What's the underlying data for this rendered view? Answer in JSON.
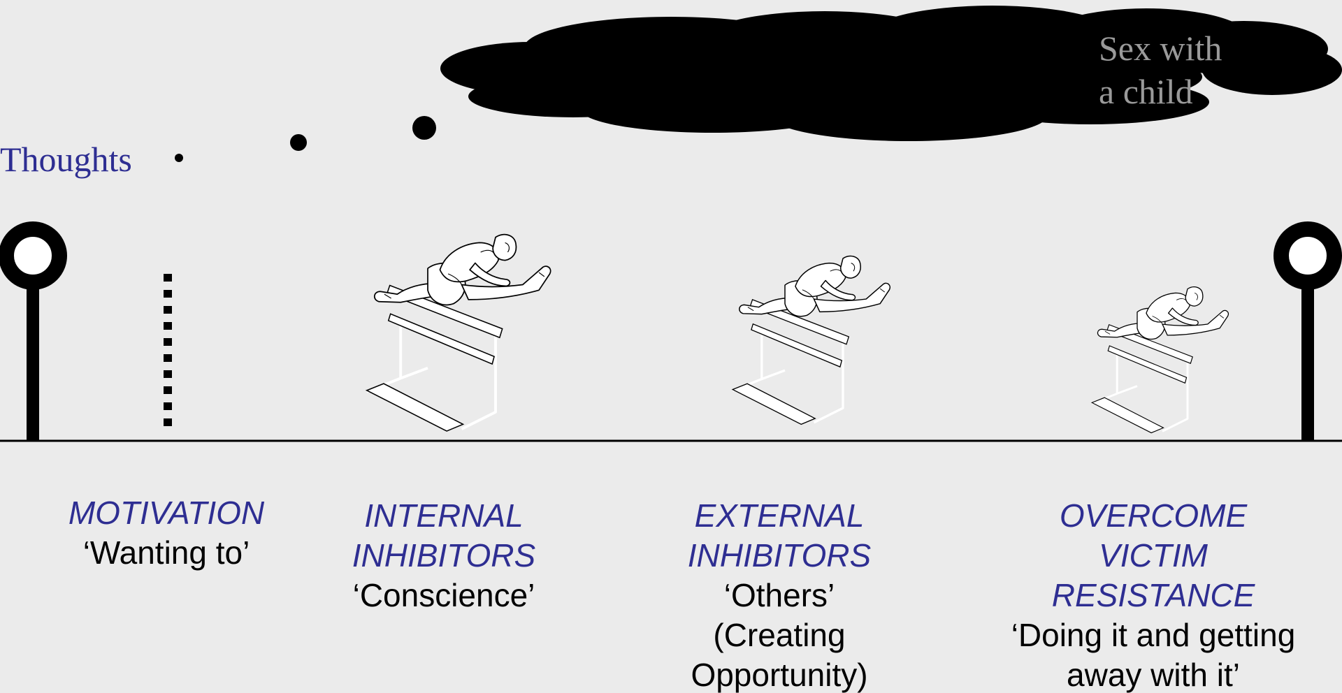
{
  "thoughts": {
    "label": "Thoughts",
    "cloud_lines": [
      "Sex with",
      "a child"
    ]
  },
  "stages": [
    {
      "title_lines": [
        "MOTIVATION"
      ],
      "desc_lines": [
        "‘Wanting to’"
      ]
    },
    {
      "title_lines": [
        "INTERNAL",
        "INHIBITORS"
      ],
      "desc_lines": [
        "‘Conscience’"
      ]
    },
    {
      "title_lines": [
        "EXTERNAL",
        "INHIBITORS"
      ],
      "desc_lines": [
        "‘Others’",
        "(Creating",
        "Opportunity)"
      ]
    },
    {
      "title_lines": [
        "OVERCOME",
        "VICTIM",
        "RESISTANCE"
      ],
      "desc_lines": [
        "‘Doing it and getting",
        "away with it’"
      ]
    }
  ],
  "colors": {
    "background": "#ebebeb",
    "label_blue": "#2e2e92",
    "cloud": "#000000",
    "cloud_text": "#9a9a9a",
    "ink": "#000000"
  },
  "icons": {
    "start_post": "start-post-icon",
    "end_post": "finish-post-icon",
    "hurdler": "hurdler-icon",
    "barrier": "dotted-barrier-icon",
    "cloud": "thought-cloud-icon"
  }
}
